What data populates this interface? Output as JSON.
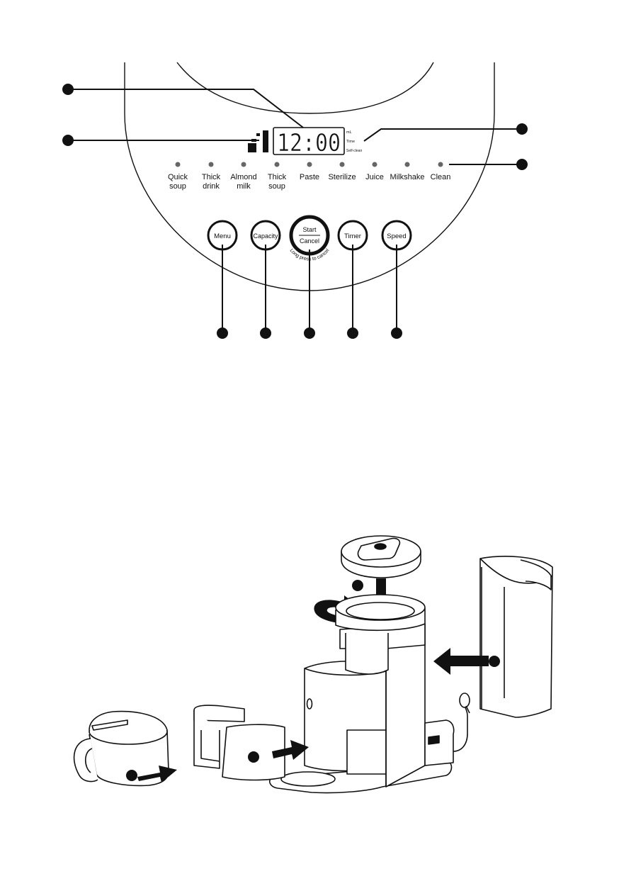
{
  "control_panel": {
    "display": {
      "time": "12:00",
      "indicators": [
        "mL",
        "Time",
        "Self-clean"
      ]
    },
    "programs": [
      {
        "line1": "Quick",
        "line2": "soup"
      },
      {
        "line1": "Thick",
        "line2": "drink"
      },
      {
        "line1": "Almond",
        "line2": "milk"
      },
      {
        "line1": "Thick",
        "line2": "soup"
      },
      {
        "line1": "Paste",
        "line2": ""
      },
      {
        "line1": "Sterilize",
        "line2": ""
      },
      {
        "line1": "Juice",
        "line2": ""
      },
      {
        "line1": "Milkshake",
        "line2": ""
      },
      {
        "line1": "Clean",
        "line2": ""
      }
    ],
    "buttons": {
      "menu": "Menu",
      "capacity": "Capacity",
      "start": "Start",
      "cancel": "Cancel",
      "long_press_note": "Long press to cancel",
      "timer": "Timer",
      "speed": "Speed"
    }
  },
  "colors": {
    "line": "#111111",
    "indicator_dot": "#666666",
    "arrow": "#111111"
  }
}
